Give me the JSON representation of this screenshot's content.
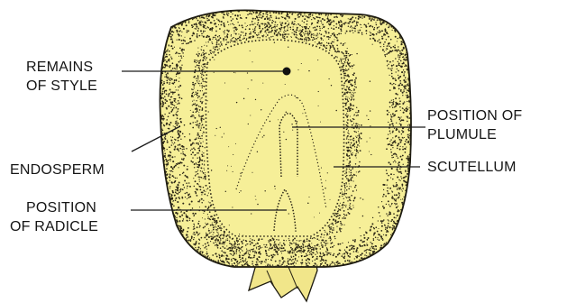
{
  "labels": {
    "remains_of_style": [
      "REMAINS",
      "OF STYLE"
    ],
    "endosperm": [
      "ENDOSPERM"
    ],
    "position_of_radicle": [
      "POSITION",
      "OF RADICLE"
    ],
    "position_of_plumule": [
      "POSITION OF",
      "PLUMULE"
    ],
    "scutellum": [
      "SCUTELLUM"
    ]
  },
  "colors": {
    "kernel_fill": "#f6ef98",
    "kernel_outline": "#1c1a10",
    "stipple": "#2b2616",
    "leader_line": "#1c1c1c",
    "background": "#ffffff"
  }
}
